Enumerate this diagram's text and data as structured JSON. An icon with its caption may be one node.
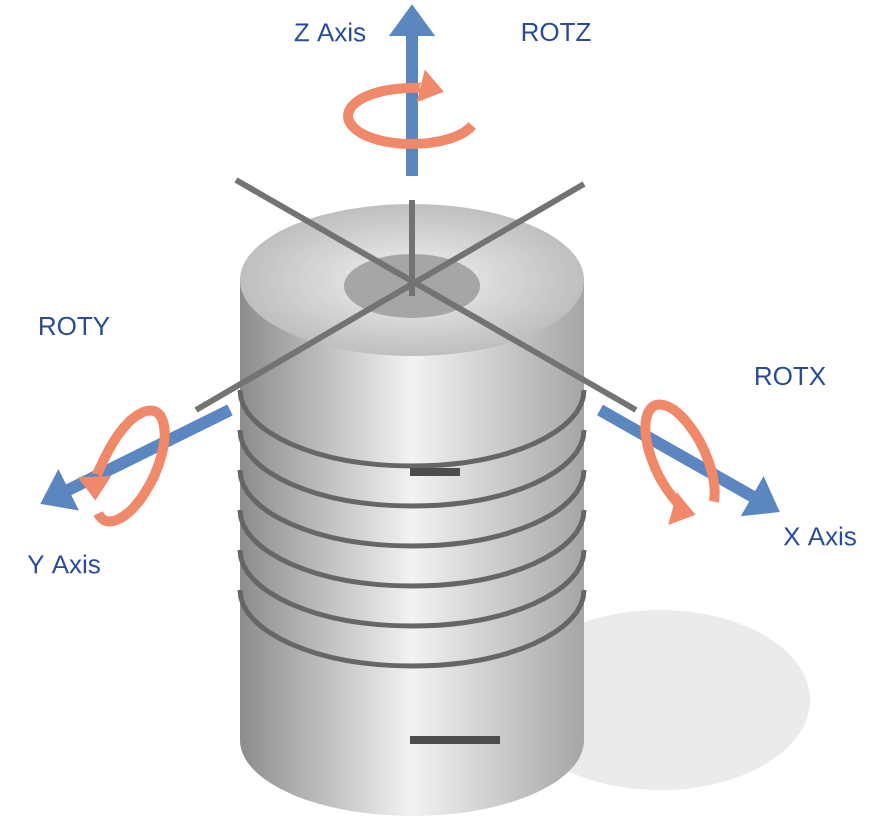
{
  "diagram": {
    "labels": [
      "Z Axis",
      "ROTZ",
      "ROTY",
      "ROTX",
      "Y Axis",
      "X Axis"
    ]
  }
}
